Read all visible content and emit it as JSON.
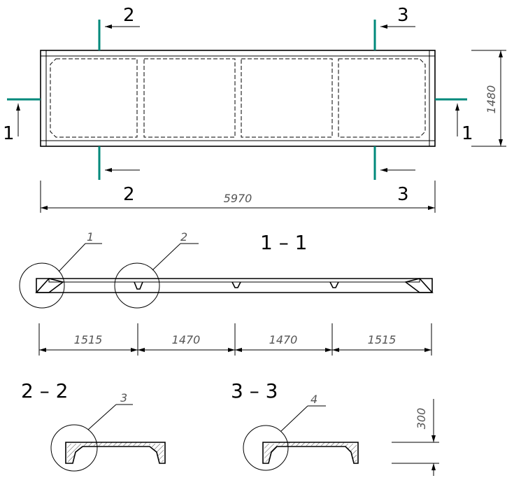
{
  "plan": {
    "length_dim": "5970",
    "width_dim": "1480",
    "cut_labels": {
      "c1_left": "1",
      "c1_right": "1",
      "c2_top": "2",
      "c2_bottom": "2",
      "c3_top": "3",
      "c3_bottom": "3"
    }
  },
  "section_1_1": {
    "title": "1 – 1",
    "callouts": [
      "1",
      "2"
    ],
    "dims": [
      "1515",
      "1470",
      "1470",
      "1515"
    ]
  },
  "section_2_2": {
    "title": "2 – 2",
    "callout": "3"
  },
  "section_3_3": {
    "title": "3 – 3",
    "callout": "4",
    "height_dim": "300"
  }
}
